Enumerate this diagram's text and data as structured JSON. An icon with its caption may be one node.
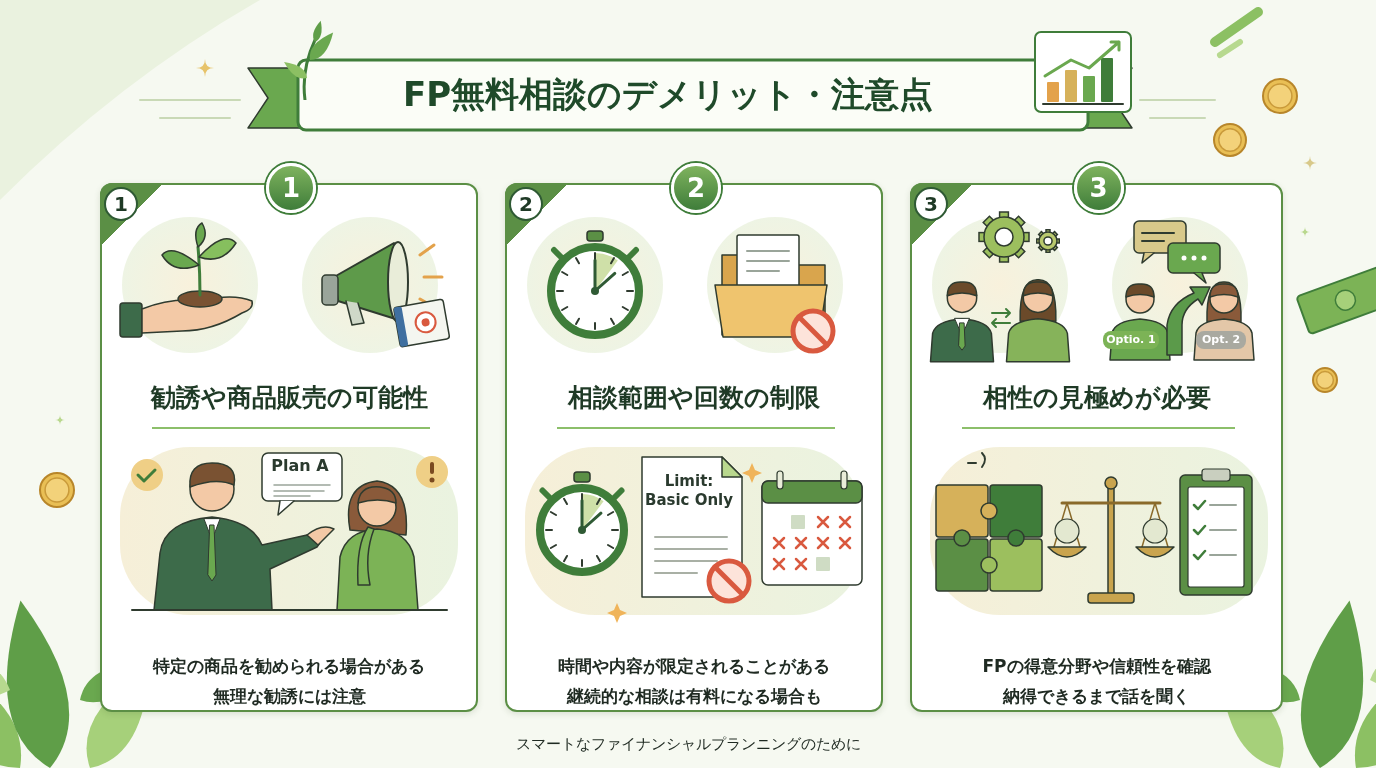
{
  "diagram": {
    "title": "FP無料相談のデメリット・注意点",
    "caption": "スマートなファイナンシャルプランニングのために",
    "nodes": [
      {
        "text": [
          "勧誘や商品販売の可能性",
          "特定の商品を勧められる場合がある",
          "無理な勧誘には注意"
        ]
      },
      {
        "text": [
          "1"
        ],
        "in": 0
      },
      {
        "text": [
          "1"
        ],
        "in": 0
      },
      {
        "text": [
          "相談範囲や回数の制限",
          "時間や内容が限定されることがある",
          "継続的な相談は有料になる場合も"
        ]
      },
      {
        "text": [
          "2"
        ],
        "in": 3
      },
      {
        "text": [
          "2"
        ],
        "in": 3
      },
      {
        "text": [
          "相性の見極めが必要",
          "FPの得意分野や信頼性を確認",
          "納得できるまで話を聞く"
        ]
      },
      {
        "text": [
          "3"
        ],
        "in": 6
      },
      {
        "text": [
          "3"
        ],
        "in": 6
      }
    ],
    "labels": [
      "Plan A",
      "Limit: Basic Only",
      "Optio. 1",
      "Opt. 2"
    ]
  }
}
